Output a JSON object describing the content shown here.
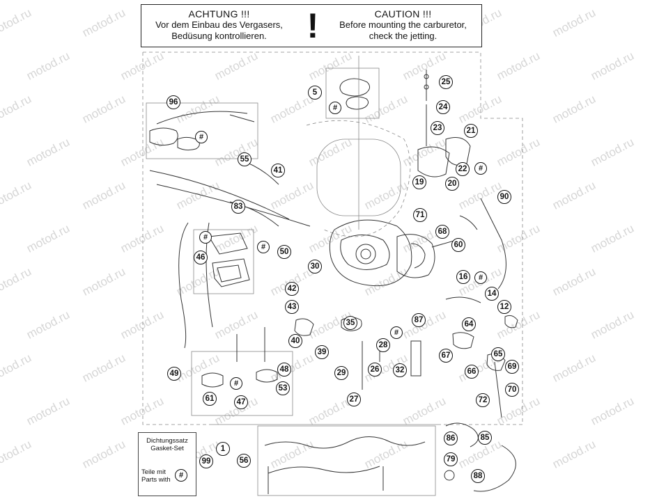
{
  "warning": {
    "de_title": "ACHTUNG !!!",
    "de_line1": "Vor dem Einbau des Vergasers,",
    "de_line2": "Bedüsung kontrollieren.",
    "mark": "!",
    "en_title": "CAUTION !!!",
    "en_line1": "Before mounting the carburetor,",
    "en_line2": "check the jetting."
  },
  "legend": {
    "line1": "Dichtungssatz",
    "line2": "Gasket-Set",
    "line3": "Teile mit",
    "line4": "Parts with",
    "hash": "#"
  },
  "watermark": "motod.ru",
  "callouts": [
    "1",
    "5",
    "12",
    "14",
    "16",
    "19",
    "20",
    "21",
    "22",
    "23",
    "24",
    "25",
    "26",
    "27",
    "28",
    "29",
    "30",
    "32",
    "35",
    "39",
    "40",
    "41",
    "42",
    "43",
    "46",
    "47",
    "48",
    "49",
    "50",
    "53",
    "55",
    "56",
    "60",
    "61",
    "64",
    "65",
    "66",
    "67",
    "68",
    "69",
    "70",
    "71",
    "72",
    "79",
    "83",
    "85",
    "86",
    "87",
    "88",
    "90",
    "96",
    "99"
  ],
  "hash_symbol": "#"
}
